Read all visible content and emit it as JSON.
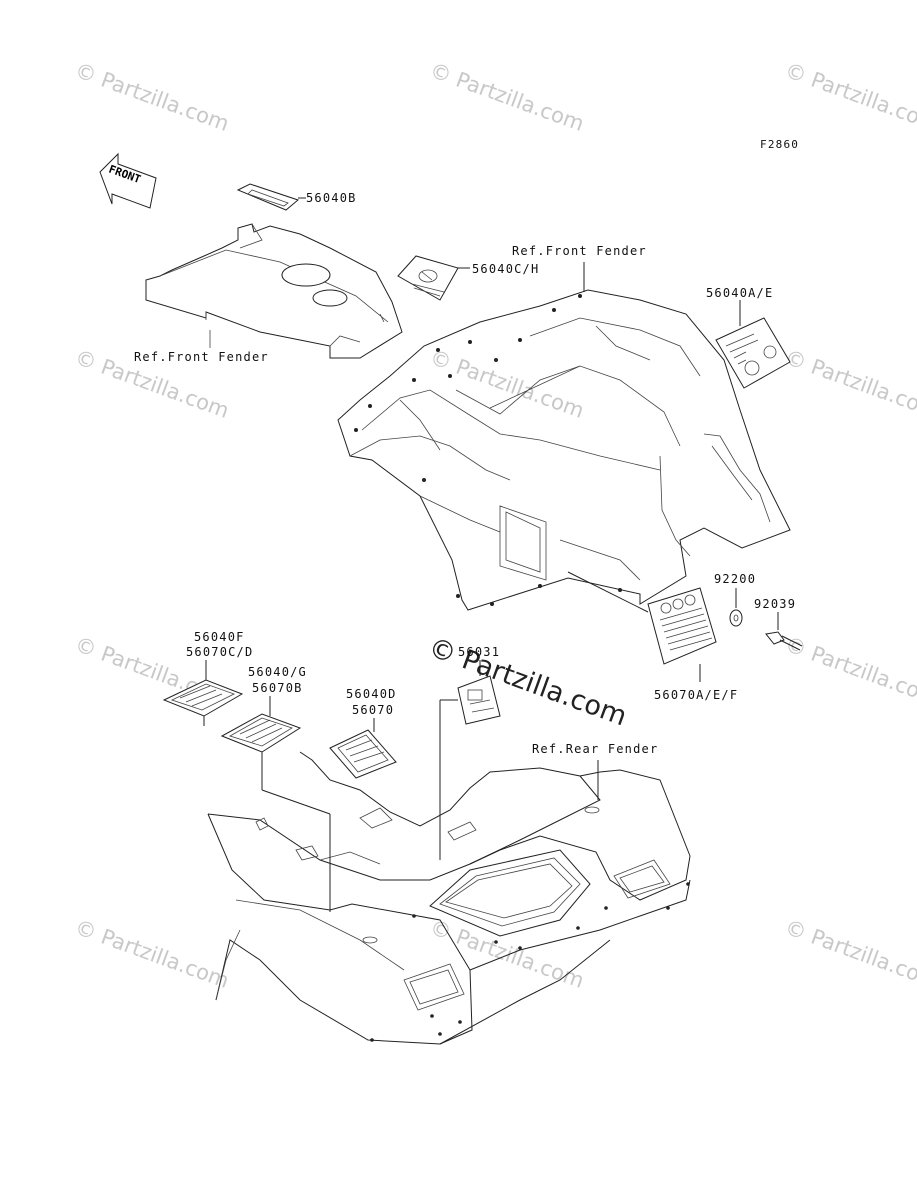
{
  "diagram": {
    "code": "F2860",
    "front_arrow_label": "FRONT",
    "labels": {
      "p56040b": "56040B",
      "ref_front_fender_top": "Ref.Front Fender",
      "p56040ch": "56040C/H",
      "p56040ae": "56040A/E",
      "ref_front_fender_left": "Ref.Front Fender",
      "p92200": "92200",
      "p92039": "92039",
      "p56070aef": "56070A/E/F",
      "p56040f": "56040F",
      "p56070cd": "56070C/D",
      "p56040g": "56040/G",
      "p56070b": "56070B",
      "p56040d": "56040D",
      "p56070": "56070",
      "p56031": "56031",
      "ref_rear_fender": "Ref.Rear Fender"
    }
  },
  "watermark": {
    "text": "© Partzilla.com",
    "center_text": "© Partzilla.com"
  }
}
